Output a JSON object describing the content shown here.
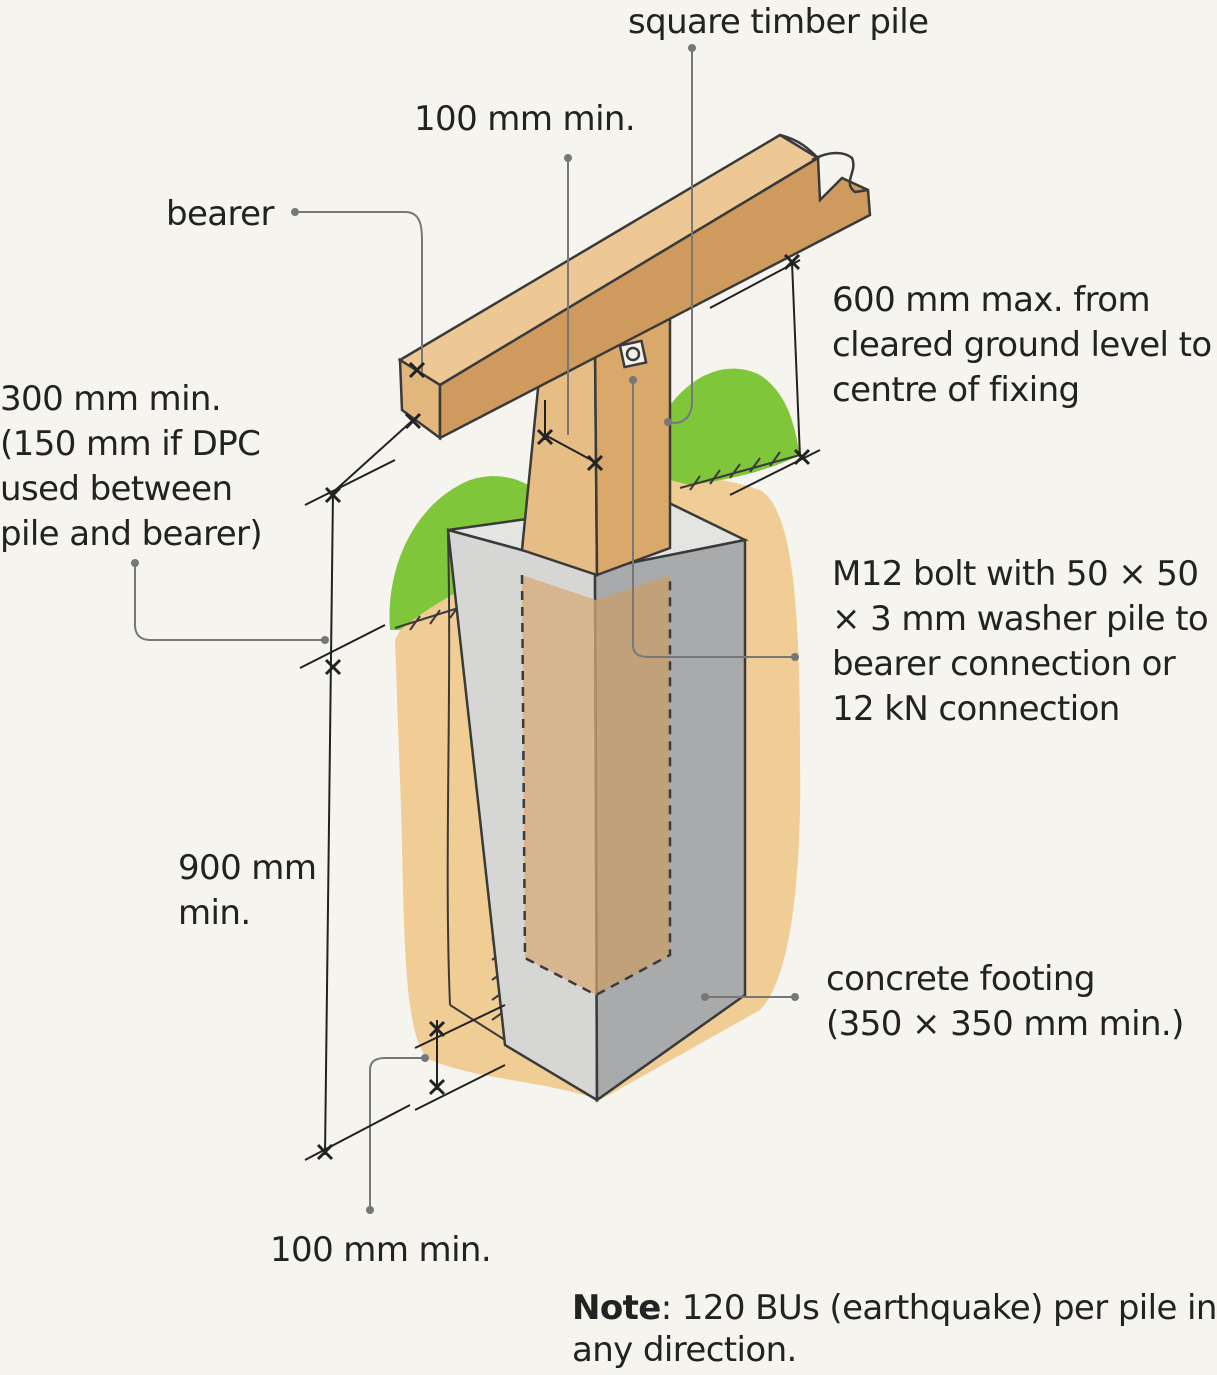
{
  "labels": {
    "square_timber_pile": "square timber pile",
    "bearer": "bearer",
    "min_100_top": "100 mm min.",
    "min_300": [
      "300 mm min.",
      "(150 mm if DPC",
      "used between",
      "pile and bearer)"
    ],
    "max_600": [
      "600 mm max. from",
      "cleared ground level to",
      "centre of fixing"
    ],
    "bolt": [
      "M12 bolt with 50 × 50",
      "× 3 mm washer pile to",
      "bearer connection or",
      "12 kN connection"
    ],
    "min_900": [
      "900 mm",
      "min."
    ],
    "concrete_footing": [
      "concrete footing",
      "(350 × 350 mm min.)"
    ],
    "min_100_bottom": "100 mm min."
  },
  "note": {
    "label": "Note",
    "text": ": 120 BUs (earthquake) per pile in",
    "text2": "any direction."
  },
  "colors": {
    "background": "#f6f4ee",
    "timber": "#e2b67c",
    "timber_dark": "#c9935a",
    "timber_top": "#eec894",
    "soil": "#efc98a",
    "grass": "#7fc63a",
    "concrete_front": "#a8aaac",
    "concrete_side": "#d6d7d5",
    "concrete_top": "#e4e5e2",
    "leader_line": "#777777",
    "outline": "#3a3a3a"
  }
}
